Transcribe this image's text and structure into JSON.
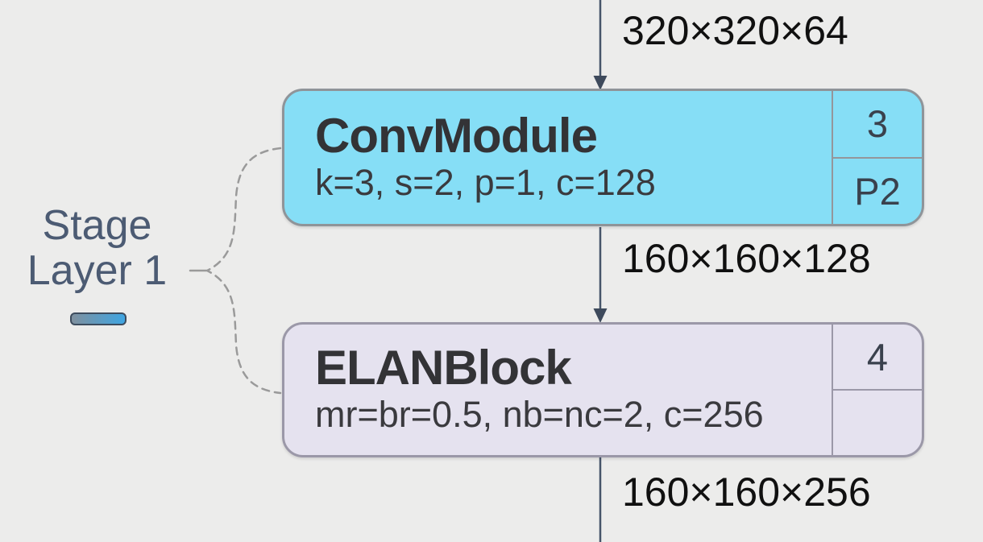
{
  "stage": {
    "line1": "Stage",
    "line2": "Layer 1"
  },
  "flow_labels": {
    "input": "320×320×64",
    "mid": "160×160×128",
    "output": "160×160×256"
  },
  "blocks": [
    {
      "title": "ConvModule",
      "params": "k=3, s=2, p=1, c=128",
      "repeat_count": "3",
      "stage_tag": "P2",
      "fill": "#86DEF6"
    },
    {
      "title": "ELANBlock",
      "params": "mr=br=0.5, nb=nc=2, c=256",
      "repeat_count": "4",
      "stage_tag": "",
      "fill": "#E5E2EF"
    }
  ],
  "colors": {
    "background": "#ECECEB",
    "arrow": "#46556A",
    "brace": "#9A9A9A",
    "conv_fill": "#86DEF6",
    "elan_fill": "#E5E2EF",
    "block_border": "#94969B",
    "stage_text": "#4C5B73",
    "dim_text": "#101010",
    "swatch_gradient_start": "#7F909E",
    "swatch_gradient_end": "#3FA5E2"
  }
}
